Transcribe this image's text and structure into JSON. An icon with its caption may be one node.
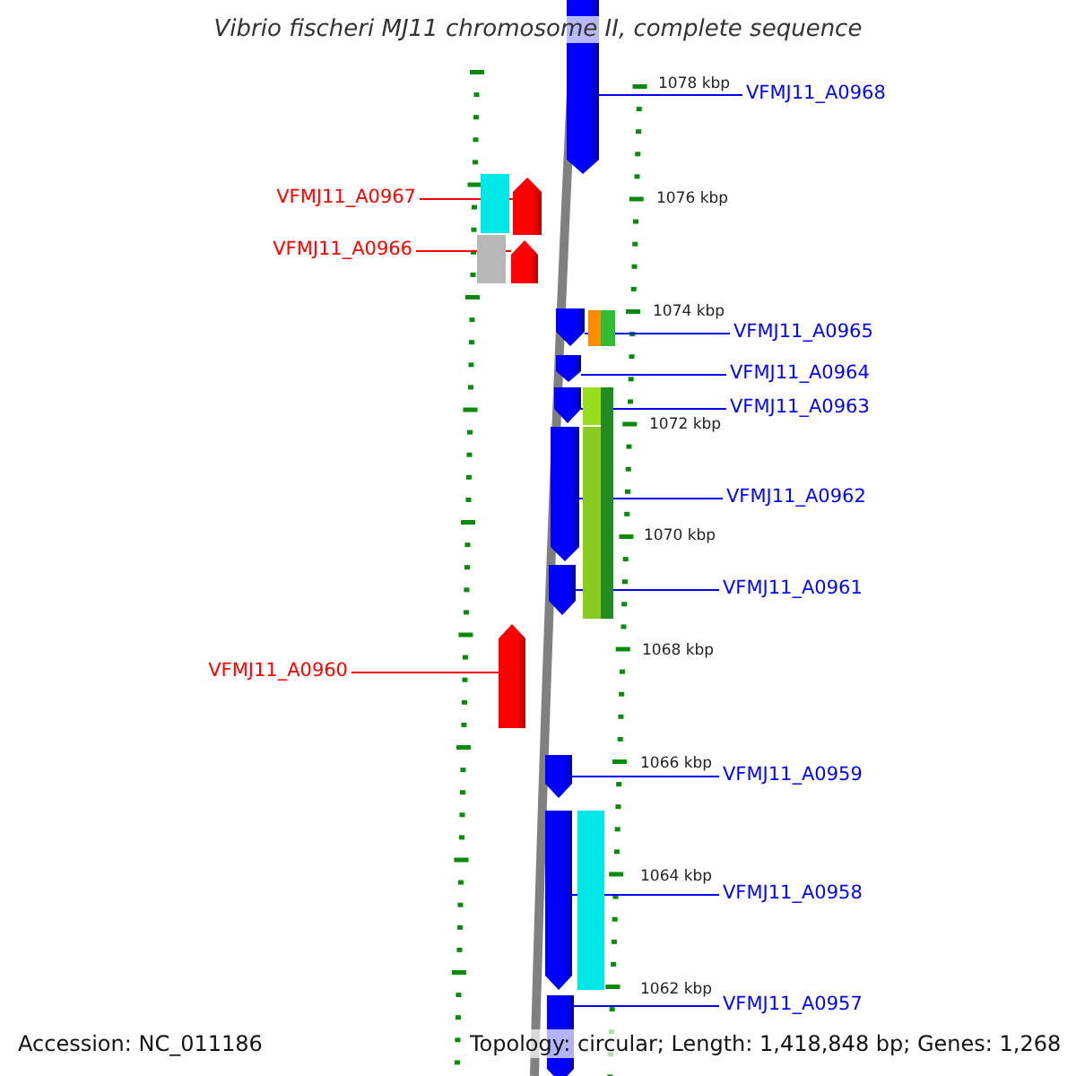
{
  "diagram": {
    "title": "Vibrio fischeri MJ11 chromosome II, complete sequence",
    "nodes": [
      {
        "text": [
          "VFMJ11_A0968"
        ]
      },
      {
        "text": [
          "VFMJ11_A0967"
        ]
      },
      {
        "text": [
          "VFMJ11_A0966"
        ]
      },
      {
        "text": [
          "VFMJ11_A0965"
        ]
      },
      {
        "text": [
          "VFMJ11_A0964"
        ]
      },
      {
        "text": [
          "VFMJ11_A0963"
        ]
      },
      {
        "text": [
          "VFMJ11_A0962"
        ]
      },
      {
        "text": [
          "VFMJ11_A0961"
        ]
      },
      {
        "text": [
          "VFMJ11_A0960"
        ]
      },
      {
        "text": [
          "VFMJ11_A0959"
        ]
      },
      {
        "text": [
          "VFMJ11_A0958"
        ]
      },
      {
        "text": [
          "VFMJ11_A0957"
        ]
      },
      {
        "text": [],
        "shape": "bar"
      },
      {
        "text": [],
        "shape": "bar"
      },
      {
        "text": [],
        "shape": "bar"
      },
      {
        "text": [],
        "shape": "bar"
      },
      {
        "text": [],
        "shape": "bar"
      },
      {
        "text": [],
        "shape": "bar"
      },
      {
        "text": [],
        "shape": "bar"
      },
      {
        "text": [],
        "shape": "bar"
      },
      {
        "text": [],
        "shape": "bar"
      },
      {
        "text": [],
        "shape": "bar"
      },
      {
        "text": [],
        "shape": "bar"
      },
      {
        "text": [],
        "shape": "bar"
      }
    ],
    "edges": [
      {
        "from": 0,
        "to": 12,
        "arrow": "none"
      },
      {
        "from": 1,
        "to": 13,
        "arrow": "none",
        "color": "#ff0000"
      },
      {
        "from": 2,
        "to": 14,
        "arrow": "none",
        "color": "#ff0000"
      },
      {
        "from": 3,
        "to": 15,
        "arrow": "none"
      },
      {
        "from": 4,
        "to": 16,
        "arrow": "none"
      },
      {
        "from": 5,
        "to": 17,
        "arrow": "none"
      },
      {
        "from": 6,
        "to": 18,
        "arrow": "none"
      },
      {
        "from": 7,
        "to": 19,
        "arrow": "none"
      },
      {
        "from": 8,
        "to": 20,
        "arrow": "none",
        "color": "#ff0000"
      },
      {
        "from": 9,
        "to": 21,
        "arrow": "none"
      },
      {
        "from": 10,
        "to": 22,
        "arrow": "none"
      },
      {
        "from": 11,
        "to": 23,
        "arrow": "none"
      }
    ],
    "labels": [
      "1078 kbp",
      "1076 kbp",
      "1074 kbp",
      "1072 kbp",
      "1070 kbp",
      "1068 kbp",
      "1066 kbp",
      "1064 kbp",
      "1062 kbp",
      "Accession: NC_011186",
      "Topology: circular; Length: 1,418,848 bp; Genes: 1,268"
    ]
  }
}
